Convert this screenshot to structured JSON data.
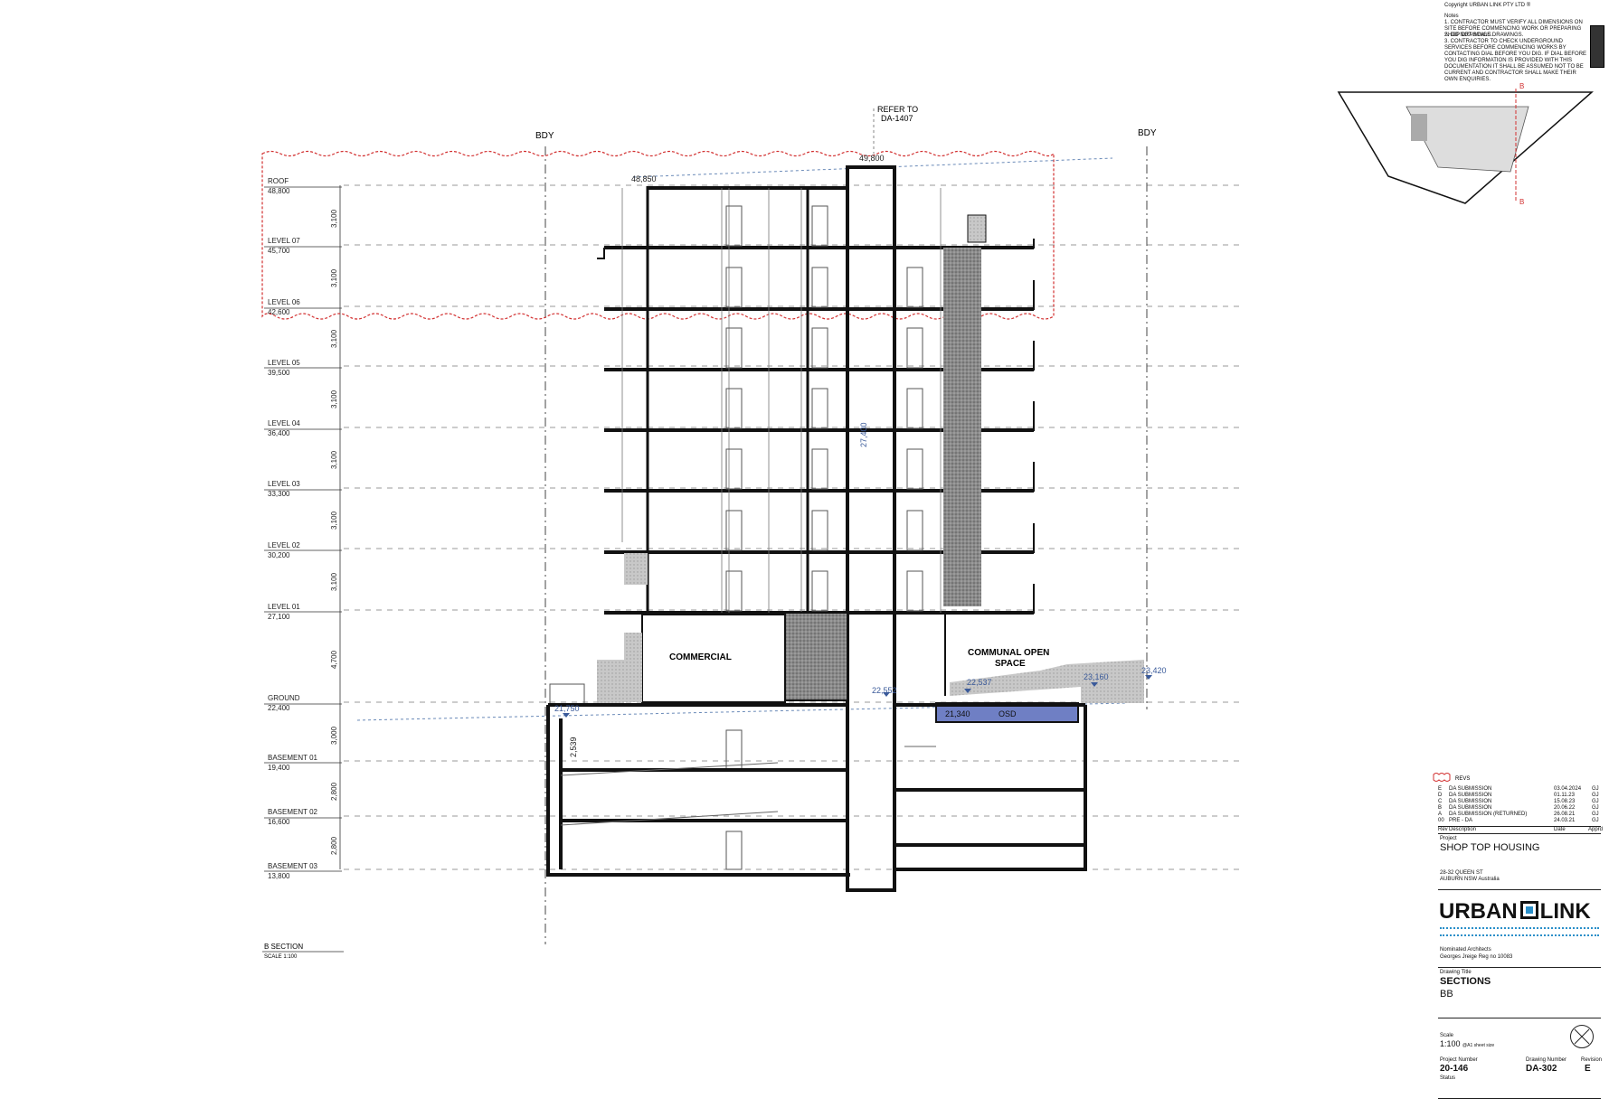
{
  "drawing": {
    "copyright": "Copyright URBAN LINK PTY LTD ®",
    "notes_title": "Notes",
    "notes": [
      "1. CONTRACTOR MUST VERIFY ALL DIMENSIONS ON SITE BEFORE COMMENCING WORK OR PREPARING SHOP DRAWINGS.",
      "2. DO NOT SCALE DRAWINGS.",
      "3. CONTRACTOR TO CHECK UNDERGROUND SERVICES BEFORE COMMENCING WORKS BY CONTACTING DIAL BEFORE YOU DIG. IF DIAL BEFORE YOU DIG INFORMATION IS PROVIDED WITH THIS DOCUMENTATION IT SHALL BE ASSUMED NOT TO BE CURRENT AND CONTRACTOR SHALL MAKE THEIR OWN ENQUIRIES."
    ],
    "keyplan_marker": "B"
  },
  "section": {
    "bdy_left": "BDY",
    "bdy_right": "BDY",
    "refer_to": "REFER TO",
    "refer_to_sheet": "DA-1407",
    "commercial": "COMMERCIAL",
    "communal_1": "COMMUNAL OPEN",
    "communal_2": "SPACE",
    "osd": "OSD",
    "levels": [
      {
        "name": "ROOF",
        "rl": "48,800"
      },
      {
        "name": "LEVEL 07",
        "rl": "45,700"
      },
      {
        "name": "LEVEL 06",
        "rl": "42,600"
      },
      {
        "name": "LEVEL 05",
        "rl": "39,500"
      },
      {
        "name": "LEVEL 04",
        "rl": "36,400"
      },
      {
        "name": "LEVEL 03",
        "rl": "33,300"
      },
      {
        "name": "LEVEL 02",
        "rl": "30,200"
      },
      {
        "name": "LEVEL 01",
        "rl": "27,100"
      },
      {
        "name": "GROUND",
        "rl": "22,400"
      },
      {
        "name": "BASEMENT 01",
        "rl": "19,400"
      },
      {
        "name": "BASEMENT 02",
        "rl": "16,600"
      },
      {
        "name": "BASEMENT 03",
        "rl": "13,800"
      }
    ],
    "dims": [
      "3,100",
      "3,100",
      "3,100",
      "3,100",
      "3,100",
      "3,100",
      "3,100",
      "4,700",
      "3,000",
      "2,800",
      "2,800"
    ],
    "spot_levels": {
      "roof_main": "48,850",
      "lift_top": "49,800",
      "lift_height": "27,400",
      "ground_lift": "22,552",
      "cos_1": "22,537",
      "cos_2": "23,160",
      "cos_3": "23,420",
      "street": "21,750",
      "osd": "21,340",
      "ramp": "2,539"
    },
    "caption": "B SECTION",
    "caption_scale": "SCALE 1:100"
  },
  "title_block": {
    "rev_header": "REVS",
    "revisions": [
      {
        "rev": "E",
        "desc": "DA SUBMISSION",
        "date": "03.04.2024",
        "appr": "GJ"
      },
      {
        "rev": "D",
        "desc": "DA SUBMISSION",
        "date": "01.11.23",
        "appr": "GJ"
      },
      {
        "rev": "C",
        "desc": "DA SUBMISSION",
        "date": "15.08.23",
        "appr": "GJ"
      },
      {
        "rev": "B",
        "desc": "DA SUBMISSION",
        "date": "20.06.22",
        "appr": "GJ"
      },
      {
        "rev": "A",
        "desc": "DA SUBMISSION (RETURNED)",
        "date": "26.08.21",
        "appr": "GJ"
      },
      {
        "rev": "00",
        "desc": "PRE - DA",
        "date": "24.03.21",
        "appr": "GJ"
      }
    ],
    "col_rev": "Rev",
    "col_desc": "Description",
    "col_date": "Date",
    "col_appr": "Apprd",
    "project_label": "Project",
    "project_name": "SHOP TOP HOUSING",
    "address_1": "28-32 QUEEN ST",
    "address_2": "AUBURN NSW  Australia",
    "logo_left": "URBAN",
    "logo_right": "LINK",
    "nominated_label": "Nominated Architects",
    "nominated_name": "Georges Jreige Reg no 10083",
    "drawing_title_label": "Drawing Title",
    "drawing_title": "SECTIONS",
    "drawing_subtitle": "BB",
    "scale_label": "Scale",
    "scale_value": "1:100",
    "scale_suffix": "@A1 sheet size",
    "project_number_label": "Project Number",
    "project_number": "20-146",
    "status_label": "Status",
    "drawing_number_label": "Drawing Number",
    "drawing_number": "DA-302",
    "revision_label": "Revision",
    "revision": "E"
  }
}
